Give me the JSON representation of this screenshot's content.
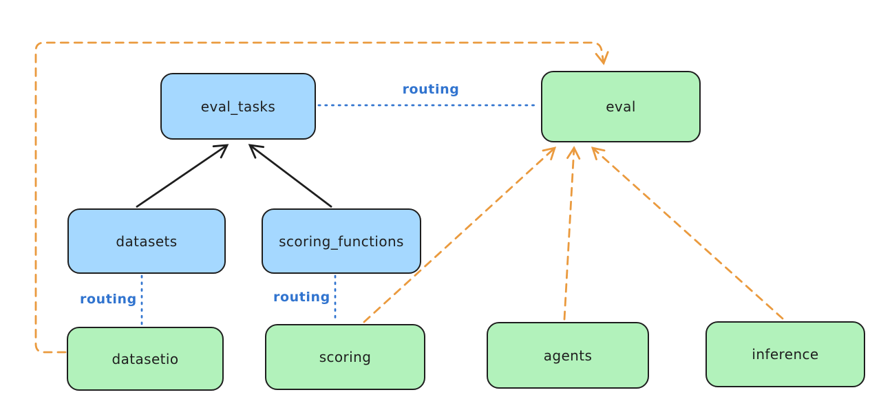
{
  "colors": {
    "background": "#ffffff",
    "box_stroke": "#1e1e1e",
    "blue_box_fill": "#a5d8ff",
    "green_box_fill": "#b2f2bb",
    "black_arrow": "#1e1e1e",
    "routing_blue": "#3174cf",
    "orange_dashed": "#ea9a3e"
  },
  "nodes": [
    {
      "id": "eval_tasks",
      "label": "eval_tasks",
      "color": "blue"
    },
    {
      "id": "eval",
      "label": "eval",
      "color": "green"
    },
    {
      "id": "datasets",
      "label": "datasets",
      "color": "blue"
    },
    {
      "id": "scoring_functions",
      "label": "scoring_functions",
      "color": "blue"
    },
    {
      "id": "datasetio",
      "label": "datasetio",
      "color": "green"
    },
    {
      "id": "scoring",
      "label": "scoring",
      "color": "green"
    },
    {
      "id": "agents",
      "label": "agents",
      "color": "green"
    },
    {
      "id": "inference",
      "label": "inference",
      "color": "green"
    }
  ],
  "edge_labels": [
    {
      "id": "routing-eval-tasks-to-eval",
      "text": "routing"
    },
    {
      "id": "routing-datasets-to-datasetio",
      "text": "routing"
    },
    {
      "id": "routing-scoring-functions-to-scoring",
      "text": "routing"
    }
  ],
  "edges": [
    {
      "from": "datasets",
      "to": "eval_tasks",
      "style": "solid-black-arrow"
    },
    {
      "from": "scoring_functions",
      "to": "eval_tasks",
      "style": "solid-black-arrow"
    },
    {
      "from": "eval_tasks",
      "to": "eval",
      "style": "dotted-blue",
      "label": "routing"
    },
    {
      "from": "datasets",
      "to": "datasetio",
      "style": "dotted-blue",
      "label": "routing"
    },
    {
      "from": "scoring_functions",
      "to": "scoring",
      "style": "dotted-blue",
      "label": "routing"
    },
    {
      "from": "datasetio",
      "to": "eval",
      "style": "dashed-orange-arrow"
    },
    {
      "from": "scoring",
      "to": "eval",
      "style": "dashed-orange-arrow"
    },
    {
      "from": "agents",
      "to": "eval",
      "style": "dashed-orange-arrow"
    },
    {
      "from": "inference",
      "to": "eval",
      "style": "dashed-orange-arrow"
    }
  ]
}
